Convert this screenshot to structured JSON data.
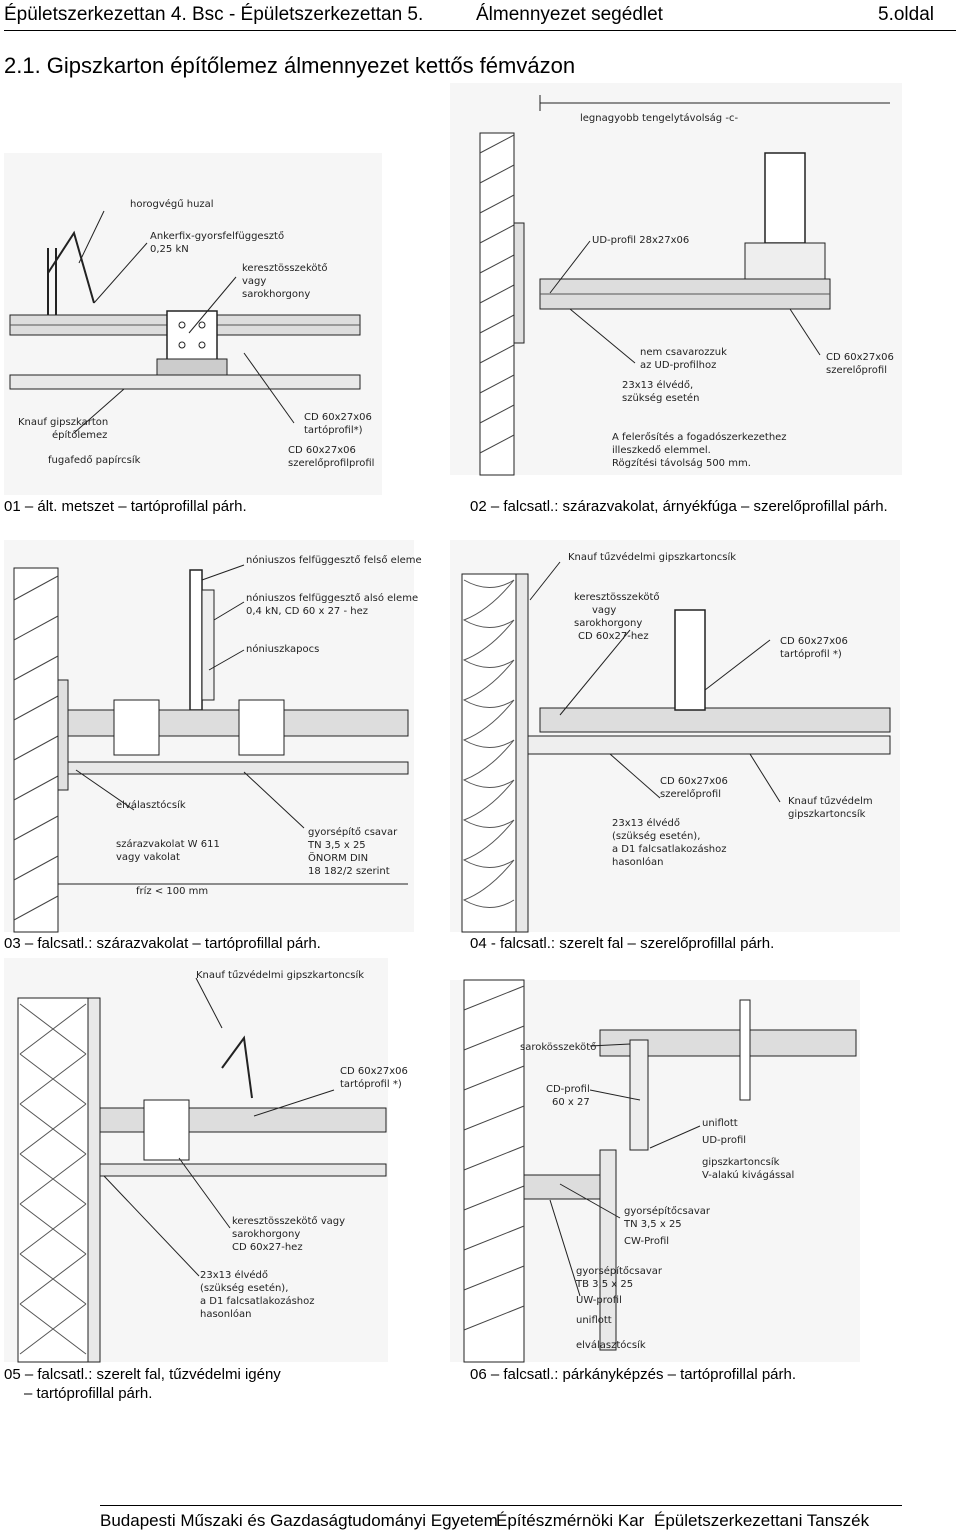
{
  "header": {
    "left": "Épületszerkezettan 4. Bsc - Épületszerkezettan 5.",
    "middle": "Álmennyezet segédlet",
    "page": "5.oldal"
  },
  "section_title": "2.1. Gipszkarton építőlemez álmennyezet kettős fémvázon",
  "figures": [
    {
      "caption": "01 – ált. metszet – tartóprofillal párh.",
      "labels": [
        "horogvégű huzal",
        "Ankerfix-gyorsfelfüggesztő",
        "0,25 kN",
        "keresztösszekötő",
        "vagy",
        "sarokhorgony",
        "Knauf gipszkarton",
        "építőlemez",
        "fugafedő papírcsík",
        "CD 60x27x06",
        "tartóprofil*)",
        "CD 60x27x06",
        "szerelőprofilprofil"
      ]
    },
    {
      "caption": "02 – falcsatl.: szárazvakolat, árnyékfúga – szerelőprofillal párh.",
      "labels": [
        "legnagyobb tengelytávolság -c-",
        "UD-profil 28x27x06",
        "nem csavarozzuk",
        "az UD-profilhoz",
        "CD 60x27x06",
        "szerelőprofil",
        "23x13 élvédő,",
        "szükség esetén",
        "A felerősítés a fogadószerkezethez",
        "illeszkedő elemmel.",
        "Rögzítési távolság 500 mm."
      ]
    },
    {
      "caption": "03 – falcsatl.: szárazvakolat – tartóprofillal párh.",
      "labels": [
        "nóniuszos felfüggesztő felső eleme",
        "nóniuszos felfüggesztő alsó eleme",
        "0,4 kN, CD 60 x 27 - hez",
        "nóniuszkapocs",
        "elválasztócsík",
        "szárazvakolat W 611",
        "vagy vakolat",
        "fríz < 100 mm",
        "gyorsépítő csavar",
        "TN 3,5 x 25",
        "ÖNORM DIN",
        "18 182/2 szerint"
      ]
    },
    {
      "caption": "04 - falcsatl.: szerelt fal – szerelőprofillal párh.",
      "labels": [
        "Knauf tűzvédelmi gipszkartoncsík",
        "keresztösszekötő",
        "vagy",
        "sarokhorgony",
        "CD 60x27-hez",
        "CD 60x27x06",
        "tartóprofil *)",
        "CD 60x27x06",
        "szerelőprofil",
        "Knauf tűzvédelm",
        "gipszkartoncsík",
        "23x13 élvédő",
        "(szükség esetén),",
        "a D1 falcsatlakozáshoz",
        "hasonlóan"
      ]
    },
    {
      "caption": "05 – falcsatl.: szerelt fal, tűzvédelmi igény – tartóprofillal párh.",
      "caption_line1": "05 – falcsatl.: szerelt fal, tűzvédelmi igény",
      "caption_line2": "– tartóprofillal párh.",
      "labels": [
        "Knauf tűzvédelmi gipszkartoncsík",
        "CD 60x27x06",
        "tartóprofil *)",
        "keresztösszekötő vagy",
        "sarokhorgony",
        "CD 60x27-hez",
        "23x13 élvédő",
        "(szükség esetén),",
        "a D1 falcsatlakozáshoz",
        "hasonlóan"
      ]
    },
    {
      "caption": "06 – falcsatl.: párkányképzés – tartóprofillal párh.",
      "labels": [
        "sarokösszekötő",
        "CD-profil",
        "60 x 27",
        "uniflott",
        "UD-profil",
        "gipszkartoncsík",
        "V-alakú kivágással",
        "gyorsépítőcsavar",
        "TN 3,5 x 25",
        "CW-Profil",
        "gyorsépítőcsavar",
        "TB 3,5 x 25",
        "UW-profil",
        "uniflott",
        "elválasztócsík"
      ]
    }
  ],
  "footer": {
    "university": "Budapesti Műszaki és Gazdaságtudományi Egyetem",
    "faculty": "Építészmérnöki Kar",
    "department": "Épületszerkezettani Tanszék"
  }
}
